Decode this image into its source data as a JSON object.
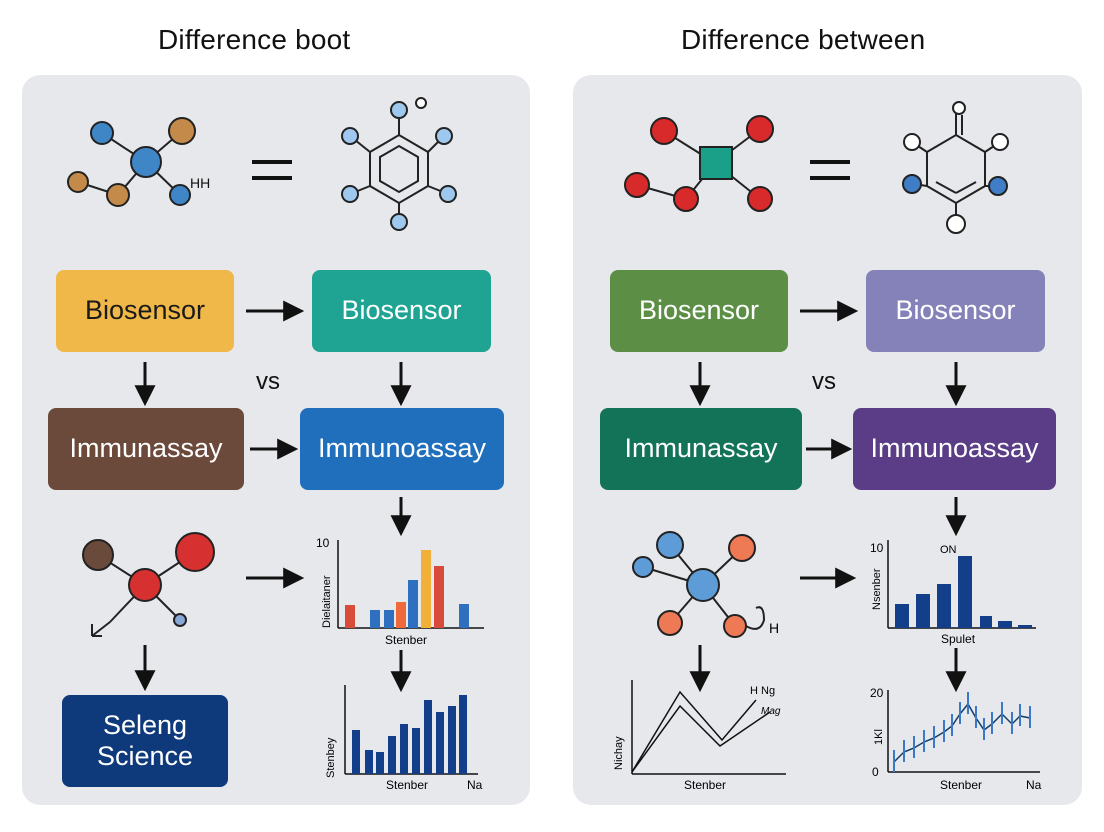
{
  "left": {
    "title": "Difference boot",
    "molecule_label": "HH",
    "vs": "vs",
    "boxes": {
      "biosensor_a": "Biosensor",
      "biosensor_b": "Biosensor",
      "immuno_a": "Immunassay",
      "immuno_b": "Immunoassay",
      "science_line1": "Seleng",
      "science_line2": "Science"
    },
    "chart1": {
      "ylabel": "Dielaitaner",
      "ytick": "10",
      "xlabel": "Stenber"
    },
    "chart2": {
      "ylabel": "Stenbey",
      "xlabel": "Stenber",
      "xlabel_right": "Na"
    },
    "colors": {
      "biosensor_a": "#f0b848",
      "biosensor_b": "#1fa393",
      "immuno_a": "#6b4a3c",
      "immuno_b": "#1f6fbd",
      "science": "#0e3a7c"
    }
  },
  "right": {
    "title": "Difference between",
    "vs": "vs",
    "boxes": {
      "biosensor_a": "Biosensor",
      "biosensor_b": "Biosensor",
      "immuno_a": "Immunassay",
      "immuno_b": "Immunoassay"
    },
    "chart1": {
      "ylabel": "Nsenber",
      "ytick": "10",
      "annot": "ON",
      "xlabel": "Spulet"
    },
    "chart2": {
      "ylabel": "Nichay",
      "legend1": "H Ng",
      "legend2": "Mag",
      "xlabel": "Stenber"
    },
    "chart3": {
      "ylabel": "1Kl",
      "ytick_top": "20",
      "ytick_bottom": "0",
      "xlabel": "Stenber",
      "xlabel_right": "Na"
    },
    "molecule_label": "H",
    "colors": {
      "biosensor_a": "#5c8f45",
      "biosensor_b": "#8482b8",
      "immuno_a": "#137358",
      "immuno_b": "#5a3d86"
    }
  },
  "shared": {
    "equals_sign": "="
  }
}
